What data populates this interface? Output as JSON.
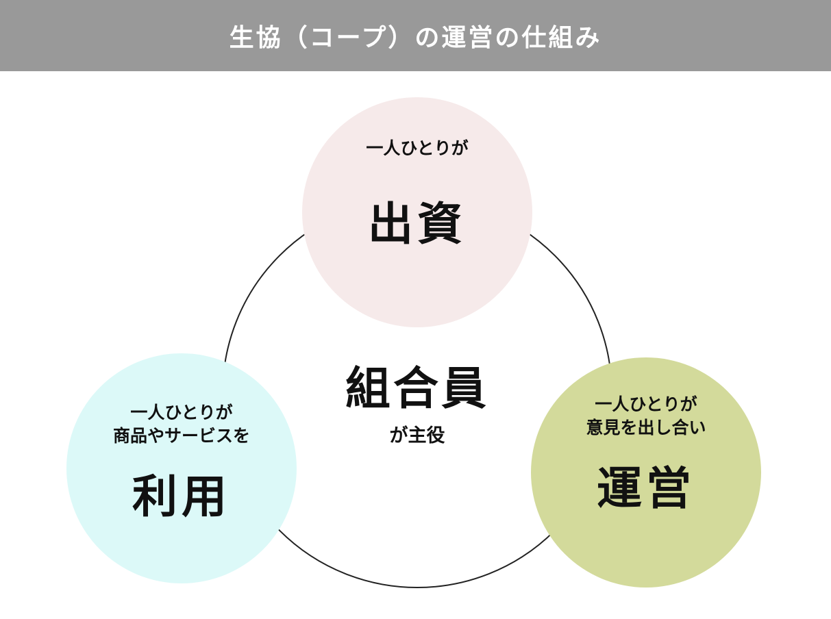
{
  "title": "生協（コープ）の運営の仕組み",
  "colors": {
    "header": "#999999",
    "invest": "#f6eaea",
    "use": "#dcf9f8",
    "manage": "#d3da9b",
    "ring": "#222222"
  },
  "center": {
    "main": "組合員",
    "sub": "が主役"
  },
  "nodes": {
    "invest": {
      "lines": [
        "一人ひとりが"
      ],
      "label": "出資"
    },
    "use": {
      "lines": [
        "一人ひとりが",
        "商品やサービスを"
      ],
      "label": "利用"
    },
    "manage": {
      "lines": [
        "一人ひとりが",
        "意見を出し合い"
      ],
      "label": "運営"
    }
  }
}
